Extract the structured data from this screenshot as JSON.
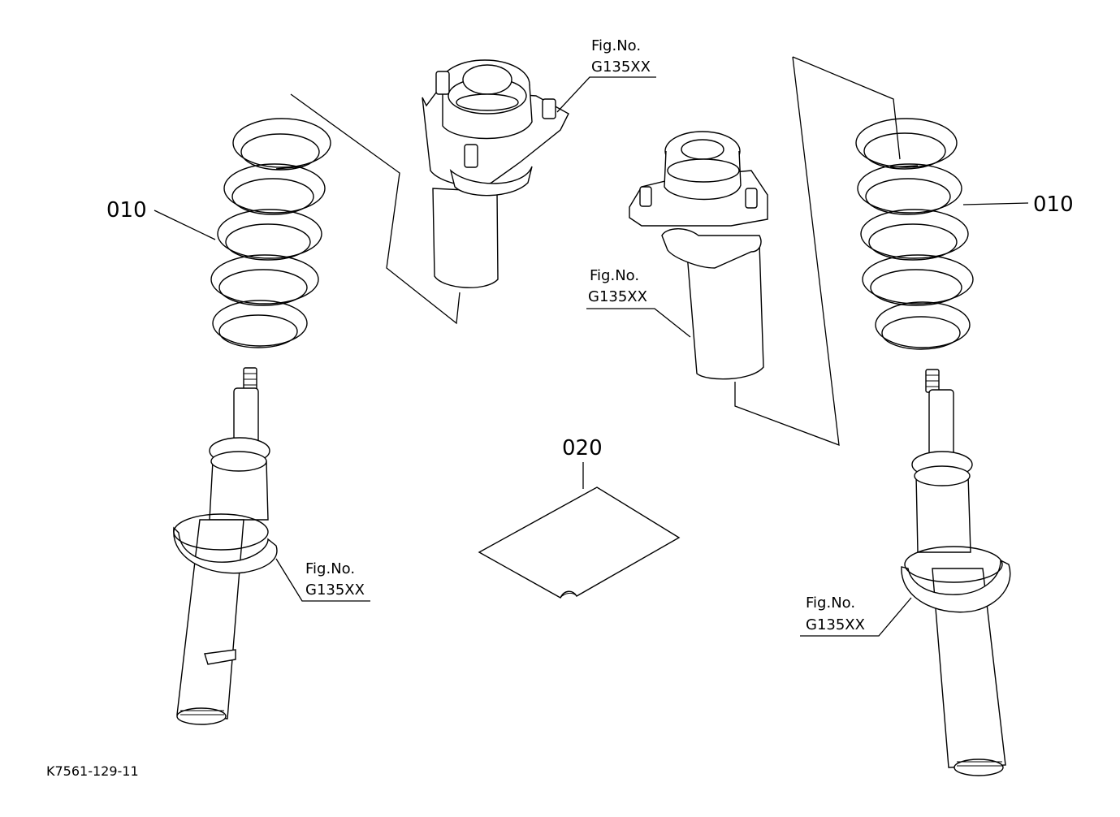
{
  "callouts": {
    "spring_left": "010",
    "spring_right": "010",
    "kit_sheet": "020"
  },
  "fig_refs": {
    "mount_top_left": {
      "label": "Fig.No.",
      "number": "G135XX"
    },
    "mount_mid_right": {
      "label": "Fig.No.",
      "number": "G135XX"
    },
    "seat_left": {
      "label": "Fig.No.",
      "number": "G135XX"
    },
    "seat_right": {
      "label": "Fig.No.",
      "number": "G135XX"
    }
  },
  "drawing_code": "K7561-129-11"
}
